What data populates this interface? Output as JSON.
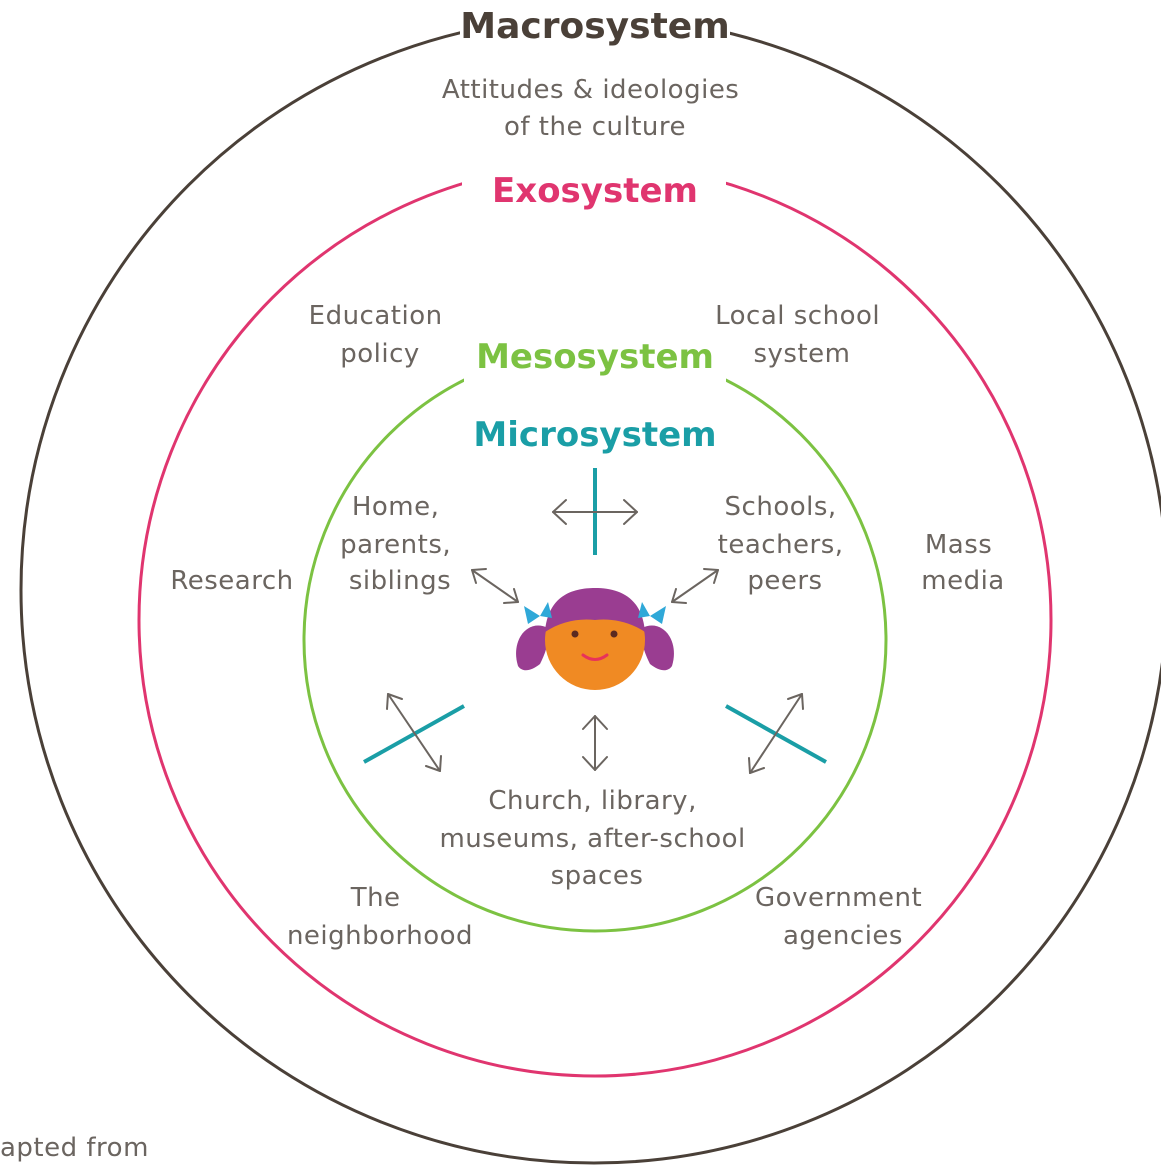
{
  "colors": {
    "macro": "#4a4038",
    "exo": "#e0356f",
    "meso": "#7cc242",
    "micro": "#1a9ea6",
    "body_text": "#6b6560",
    "face": "#f08a23",
    "hair": "#9a3d91",
    "bow": "#2fa8d8",
    "mouth": "#e8325a"
  },
  "layers": {
    "macro": {
      "title": "Macrosystem",
      "desc": [
        "Attitudes & ideologies",
        "of the culture"
      ]
    },
    "exo": {
      "title": "Exosystem",
      "items": {
        "education_policy": [
          "Education",
          "policy"
        ],
        "local_school": [
          "Local school",
          "system"
        ],
        "research": [
          "Research"
        ],
        "mass_media": [
          "Mass",
          "media"
        ],
        "neighborhood": [
          "The",
          "neighborhood"
        ],
        "government": [
          "Government",
          "agencies"
        ]
      }
    },
    "meso": {
      "title": "Mesosystem"
    },
    "micro": {
      "title": "Microsystem",
      "items": {
        "home": [
          "Home,",
          "parents,",
          "siblings"
        ],
        "schools": [
          "Schools,",
          "teachers,",
          "peers"
        ],
        "church": [
          "Church, library,",
          "museums, after-school",
          "spaces"
        ]
      }
    }
  },
  "caption": "apted from",
  "icons": {
    "center": "child-face-icon"
  }
}
